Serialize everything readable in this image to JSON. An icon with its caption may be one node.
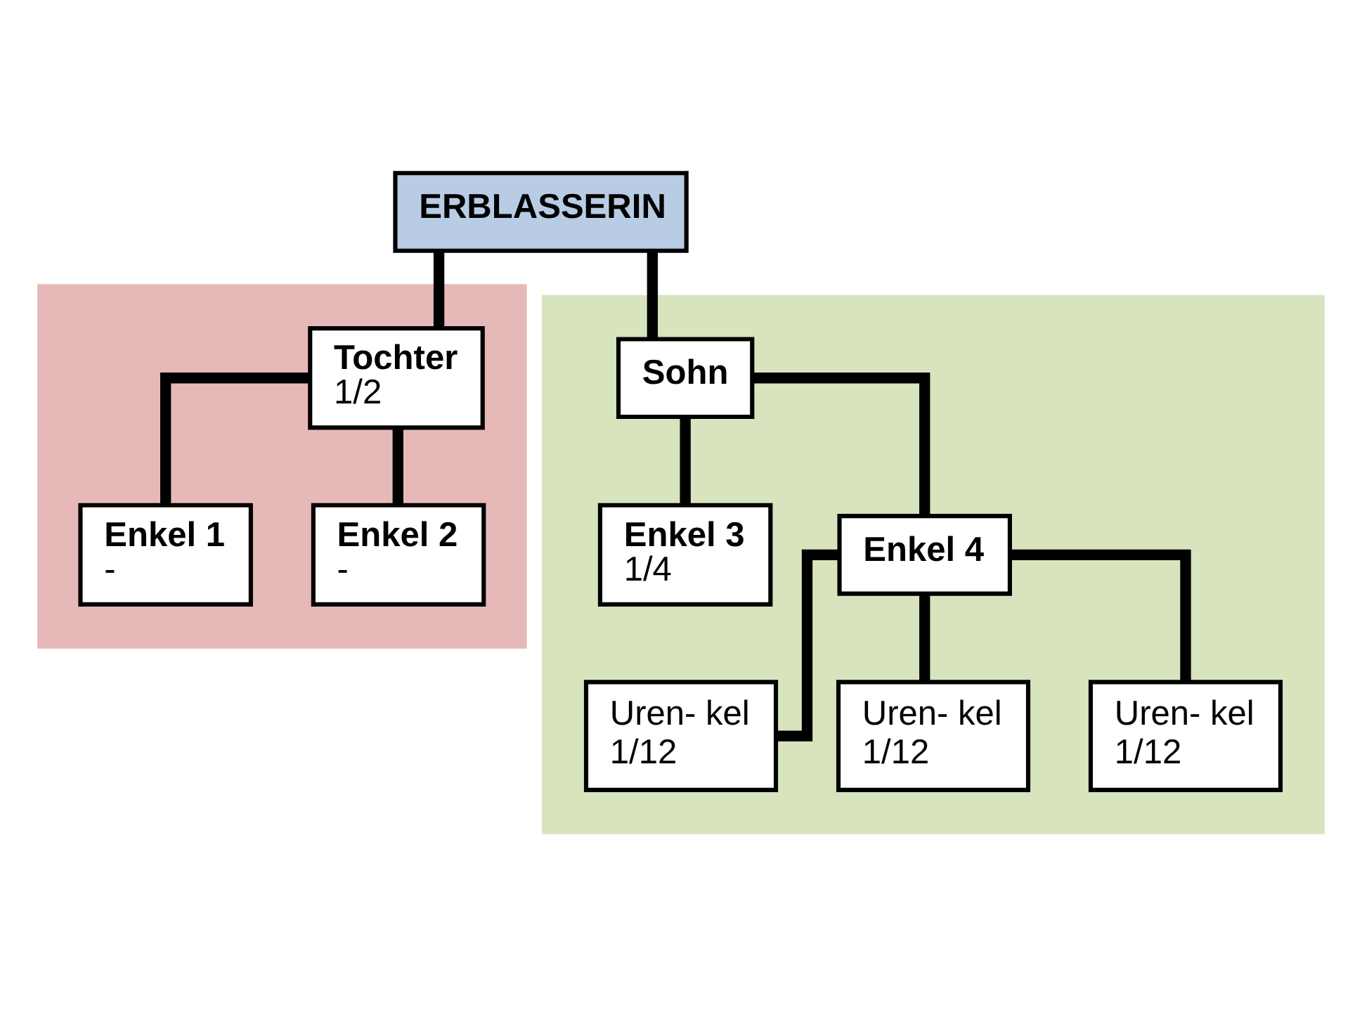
{
  "diagram": {
    "nodes": [
      {
        "text": [
          "ERBLASSERIN"
        ]
      },
      {
        "text": [],
        "shape": "box"
      },
      {
        "text": [
          "Tochter",
          "1/2"
        ],
        "in": 1
      },
      {
        "text": [
          "Enkel 1",
          "-"
        ],
        "in": 1
      },
      {
        "text": [
          "Enkel 2",
          "-"
        ],
        "in": 1
      },
      {
        "text": [],
        "shape": "box"
      },
      {
        "text": [
          "Sohn"
        ],
        "in": 5
      },
      {
        "text": [
          "Enkel 3",
          "1/4"
        ],
        "in": 5
      },
      {
        "text": [
          "Enkel 4"
        ],
        "in": 5
      },
      {
        "text": [
          "Uren- kel",
          "1/12"
        ],
        "in": 5
      },
      {
        "text": [
          "Uren- kel",
          "1/12"
        ],
        "in": 5
      },
      {
        "text": [
          "Uren- kel",
          "1/12"
        ],
        "in": 5
      }
    ],
    "edges": [
      {
        "from": 0,
        "to": 2,
        "arrow": "none"
      },
      {
        "from": 0,
        "to": 6,
        "arrow": "none"
      },
      {
        "from": 2,
        "to": 3,
        "arrow": "none"
      },
      {
        "from": 2,
        "to": 4,
        "arrow": "none"
      },
      {
        "from": 6,
        "to": 7,
        "arrow": "none"
      },
      {
        "from": 6,
        "to": 8,
        "arrow": "none"
      },
      {
        "from": 8,
        "to": 9,
        "arrow": "none"
      },
      {
        "from": 8,
        "to": 10,
        "arrow": "none"
      },
      {
        "from": 8,
        "to": 11,
        "arrow": "none"
      }
    ]
  }
}
